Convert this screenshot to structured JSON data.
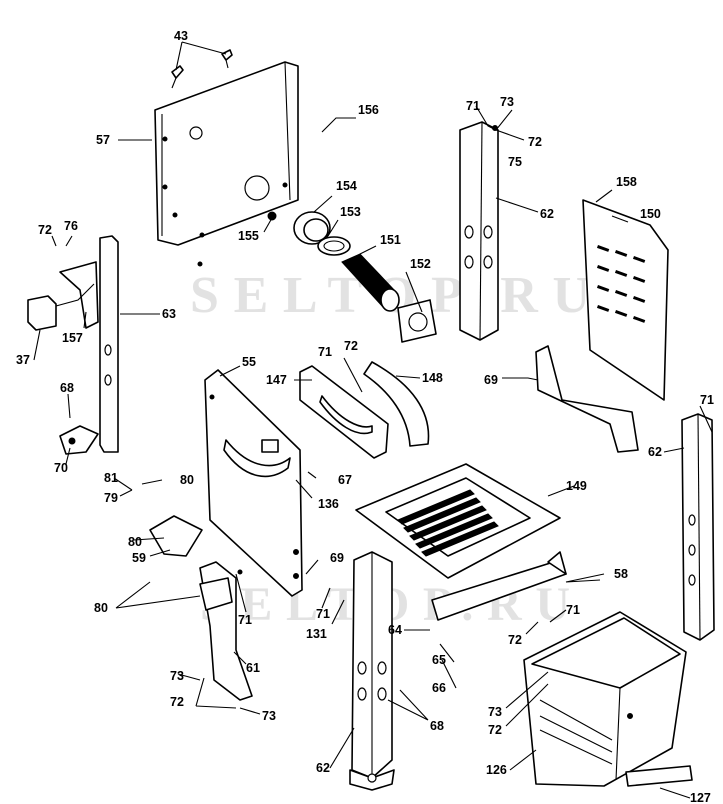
{
  "watermark": {
    "text_1": "SELTOP.RU",
    "text_2": "SELTOP.RU",
    "color": "#c8c8c8"
  },
  "callouts": {
    "c43": "43",
    "c156": "156",
    "c57": "57",
    "c154": "154",
    "c153": "153",
    "c155": "155",
    "c151": "151",
    "c152": "152",
    "c71a": "71",
    "c73a": "73",
    "c72a": "72",
    "c75": "75",
    "c62a": "62",
    "c158": "158",
    "c150": "150",
    "c72b": "72",
    "c76": "76",
    "c63": "63",
    "c157": "157",
    "c37": "37",
    "c68a": "68",
    "c70": "70",
    "c55": "55",
    "c147": "147",
    "c71b": "71",
    "c72c": "72",
    "c148": "148",
    "c69a": "69",
    "c71c": "71",
    "c62b": "62",
    "c81": "81",
    "c79": "79",
    "c80a": "80",
    "c67": "67",
    "c136": "136",
    "c149": "149",
    "c80b": "80",
    "c59": "59",
    "c69b": "69",
    "c58": "58",
    "c80c": "80",
    "c71d": "71",
    "c71e": "71",
    "c131": "131",
    "c71f": "71",
    "c64": "64",
    "c72d": "72",
    "c65": "65",
    "c61": "61",
    "c66": "66",
    "c73b": "73",
    "c72e": "72",
    "c73c": "73",
    "c68b": "68",
    "c73d": "73",
    "c72f": "72",
    "c62c": "62",
    "c126": "126",
    "c127": "127"
  }
}
